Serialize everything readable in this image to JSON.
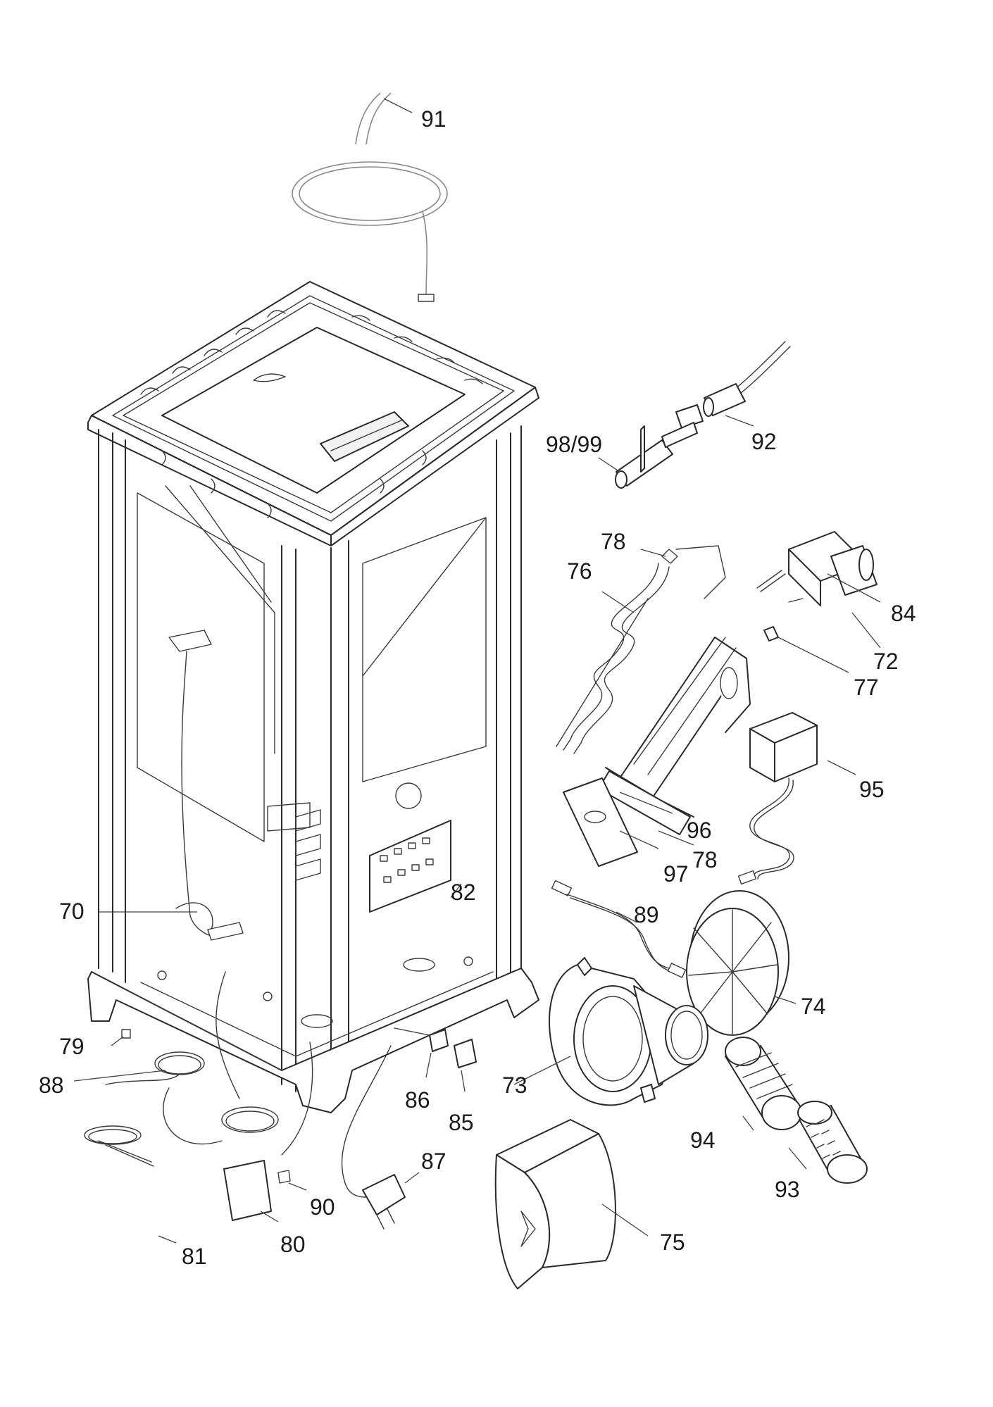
{
  "labels": {
    "p70": "70",
    "p72": "72",
    "p73": "73",
    "p74": "74",
    "p75": "75",
    "p76": "76",
    "p77": "77",
    "p78a": "78",
    "p78b": "78",
    "p79": "79",
    "p80": "80",
    "p81": "81",
    "p82": "82",
    "p84": "84",
    "p85": "85",
    "p86": "86",
    "p87": "87",
    "p88": "88",
    "p89": "89",
    "p90": "90",
    "p91": "91",
    "p92": "92",
    "p93": "93",
    "p94": "94",
    "p95": "95",
    "p96": "96",
    "p97": "97",
    "p98_99": "98/99"
  }
}
